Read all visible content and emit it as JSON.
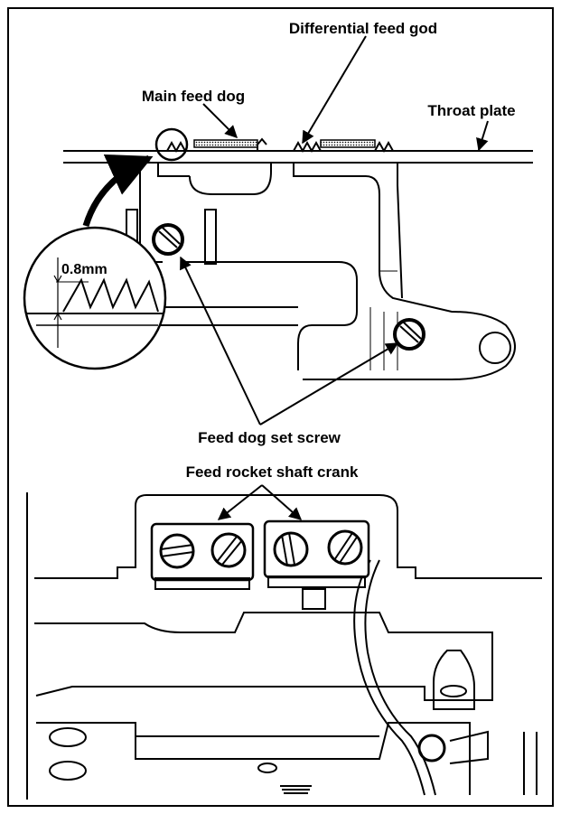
{
  "labels": {
    "differential_feed": "Differential feed god",
    "main_feed_dog": "Main feed dog",
    "throat_plate": "Throat plate",
    "measurement": "0.8mm",
    "set_screw": "Feed dog set screw",
    "rocket_crank": "Feed rocket shaft crank"
  },
  "colors": {
    "ink": "#000000",
    "paper": "#ffffff",
    "shade": "#d9d9d9"
  }
}
